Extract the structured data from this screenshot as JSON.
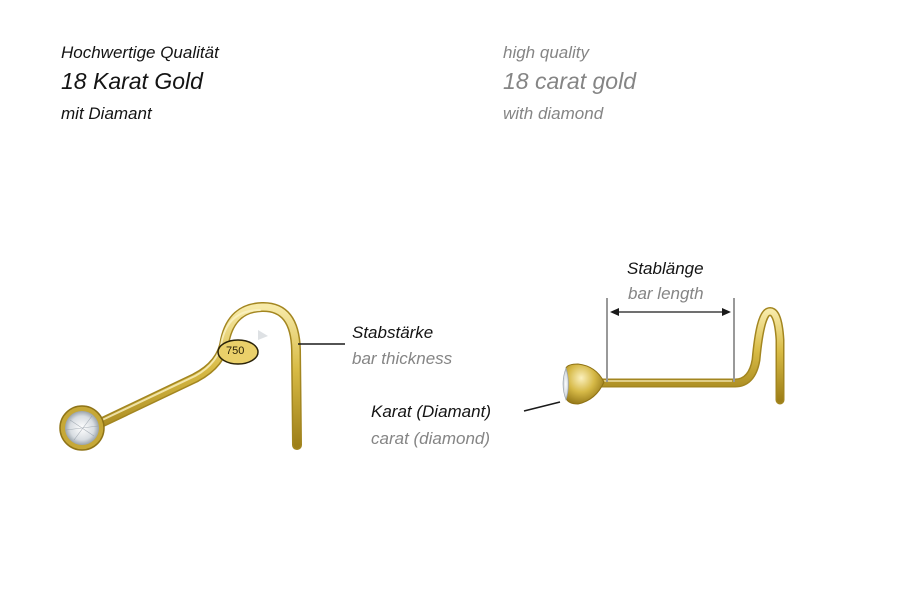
{
  "header": {
    "german": {
      "line1": "Hochwertige Qualität",
      "line2": "18 Karat Gold",
      "line3": "mit Diamant"
    },
    "english": {
      "line1": "high quality",
      "line2": "18 carat gold",
      "line3": "with diamond"
    }
  },
  "left_product": {
    "stamp": "750",
    "label_de": "Stabstärke",
    "label_en": "bar thickness"
  },
  "right_product": {
    "length_label_de": "Stablänge",
    "length_label_en": "bar length",
    "carat_label_de": "Karat (Diamant)",
    "carat_label_en": "carat (diamond)"
  },
  "colors": {
    "text_german": "#141414",
    "text_english": "#858585",
    "gold": "#d9bd4a",
    "gold_dark": "#a68a1f",
    "gold_light": "#f6e9a6",
    "dimension_line": "#999999"
  }
}
